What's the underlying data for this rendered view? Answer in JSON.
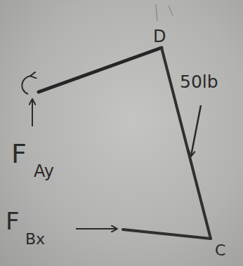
{
  "diagram": {
    "labels": [
      "D",
      "50lb",
      "F",
      "Ay",
      "F",
      "Bx",
      "C"
    ]
  }
}
